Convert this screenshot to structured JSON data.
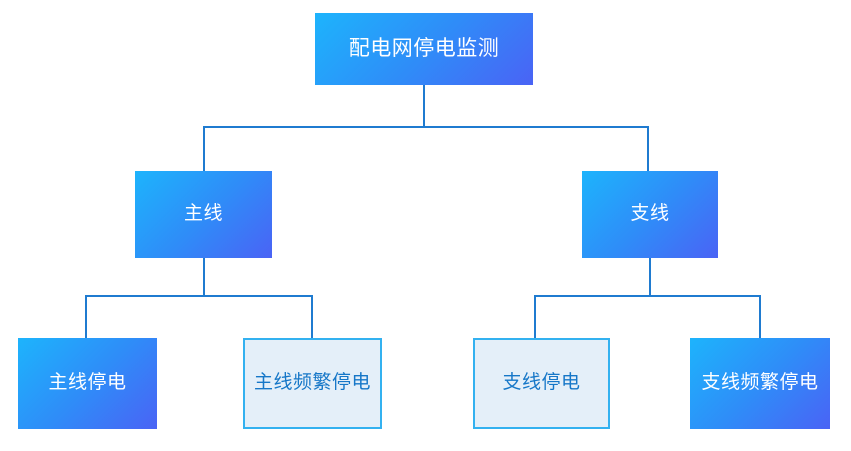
{
  "diagram": {
    "type": "tree",
    "title": "配电网停电监测",
    "background_color": "#ffffff",
    "colors": {
      "filled_gradient_start": "#1db4fc",
      "filled_gradient_mid": "#2f8cf8",
      "filled_gradient_end": "#4a63f5",
      "filled_text": "#ffffff",
      "light_fill": "#e4eff9",
      "light_border": "#33b1f0",
      "light_text": "#1677c8",
      "connector": "#1f7bd0"
    },
    "root": {
      "label": "配电网停电监测",
      "style": "filled"
    },
    "level2": [
      {
        "label": "主线",
        "style": "filled"
      },
      {
        "label": "支线",
        "style": "filled"
      }
    ],
    "level3": [
      {
        "label": "主线停电",
        "style": "filled",
        "parent": "主线"
      },
      {
        "label": "主线频繁停电",
        "style": "light",
        "parent": "主线"
      },
      {
        "label": "支线停电",
        "style": "light",
        "parent": "支线"
      },
      {
        "label": "支线频繁停电",
        "style": "filled",
        "parent": "支线"
      }
    ]
  }
}
